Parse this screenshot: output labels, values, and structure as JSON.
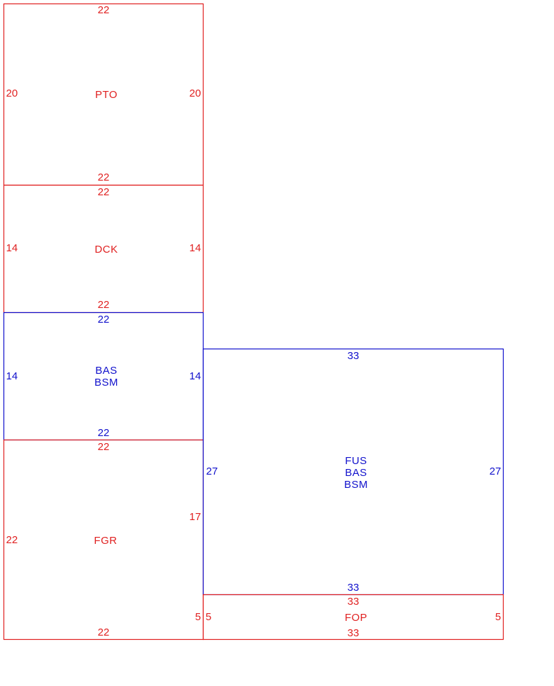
{
  "colors": {
    "red": "#e02020",
    "blue": "#1010cc"
  },
  "rooms": [
    {
      "id": "pto",
      "color": "red",
      "labels": [
        "PTO"
      ],
      "dims": {
        "top": "22",
        "bottom": "22",
        "left": "20",
        "right": "20"
      }
    },
    {
      "id": "dck",
      "color": "red",
      "labels": [
        "DCK"
      ],
      "dims": {
        "top": "22",
        "bottom": "22",
        "left": "14",
        "right": "14"
      }
    },
    {
      "id": "bas-left",
      "color": "blue",
      "labels": [
        "BAS",
        "BSM"
      ],
      "dims": {
        "top": "22",
        "bottom": "22",
        "left": "14",
        "right": "14"
      }
    },
    {
      "id": "fgr",
      "color": "red",
      "labels": [
        "FGR"
      ],
      "dims": {
        "top": "22",
        "bottom": "22",
        "left": "22",
        "right_upper": "17",
        "right_lower": "5"
      }
    },
    {
      "id": "fus",
      "color": "blue",
      "labels": [
        "FUS",
        "BAS",
        "BSM"
      ],
      "dims": {
        "top": "33",
        "bottom": "33",
        "left": "27",
        "right": "27"
      }
    },
    {
      "id": "fop",
      "color": "red",
      "labels": [
        "FOP"
      ],
      "dims": {
        "top": "33",
        "bottom": "33",
        "left": "5",
        "right": "5"
      }
    }
  ]
}
